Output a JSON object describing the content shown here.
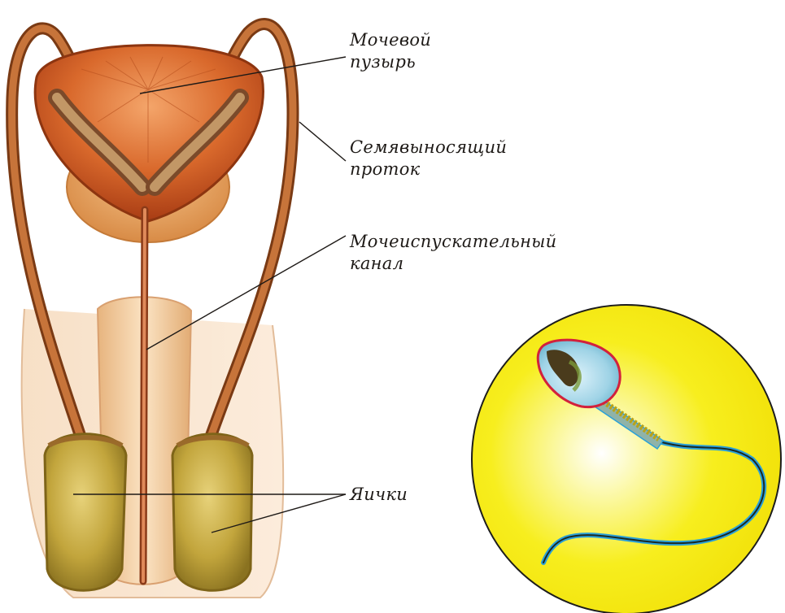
{
  "labels": {
    "bladder": {
      "line1": "Мочевой",
      "line2": "пузырь"
    },
    "vas_deferens": {
      "line1": "Семявыносящий",
      "line2": "проток"
    },
    "urethra": {
      "line1": "Мочеиспускательный",
      "line2": "канал"
    },
    "testes": "Яички"
  },
  "colors": {
    "bladder": "#c2531d",
    "duct": "#b5642b",
    "shaft": "#f2cfa2",
    "testis": "#b89a33",
    "sperm_field": "#f7ee1e",
    "sperm_head_outline": "#d2213c",
    "sperm_tail_outline": "#2aa0d8"
  }
}
